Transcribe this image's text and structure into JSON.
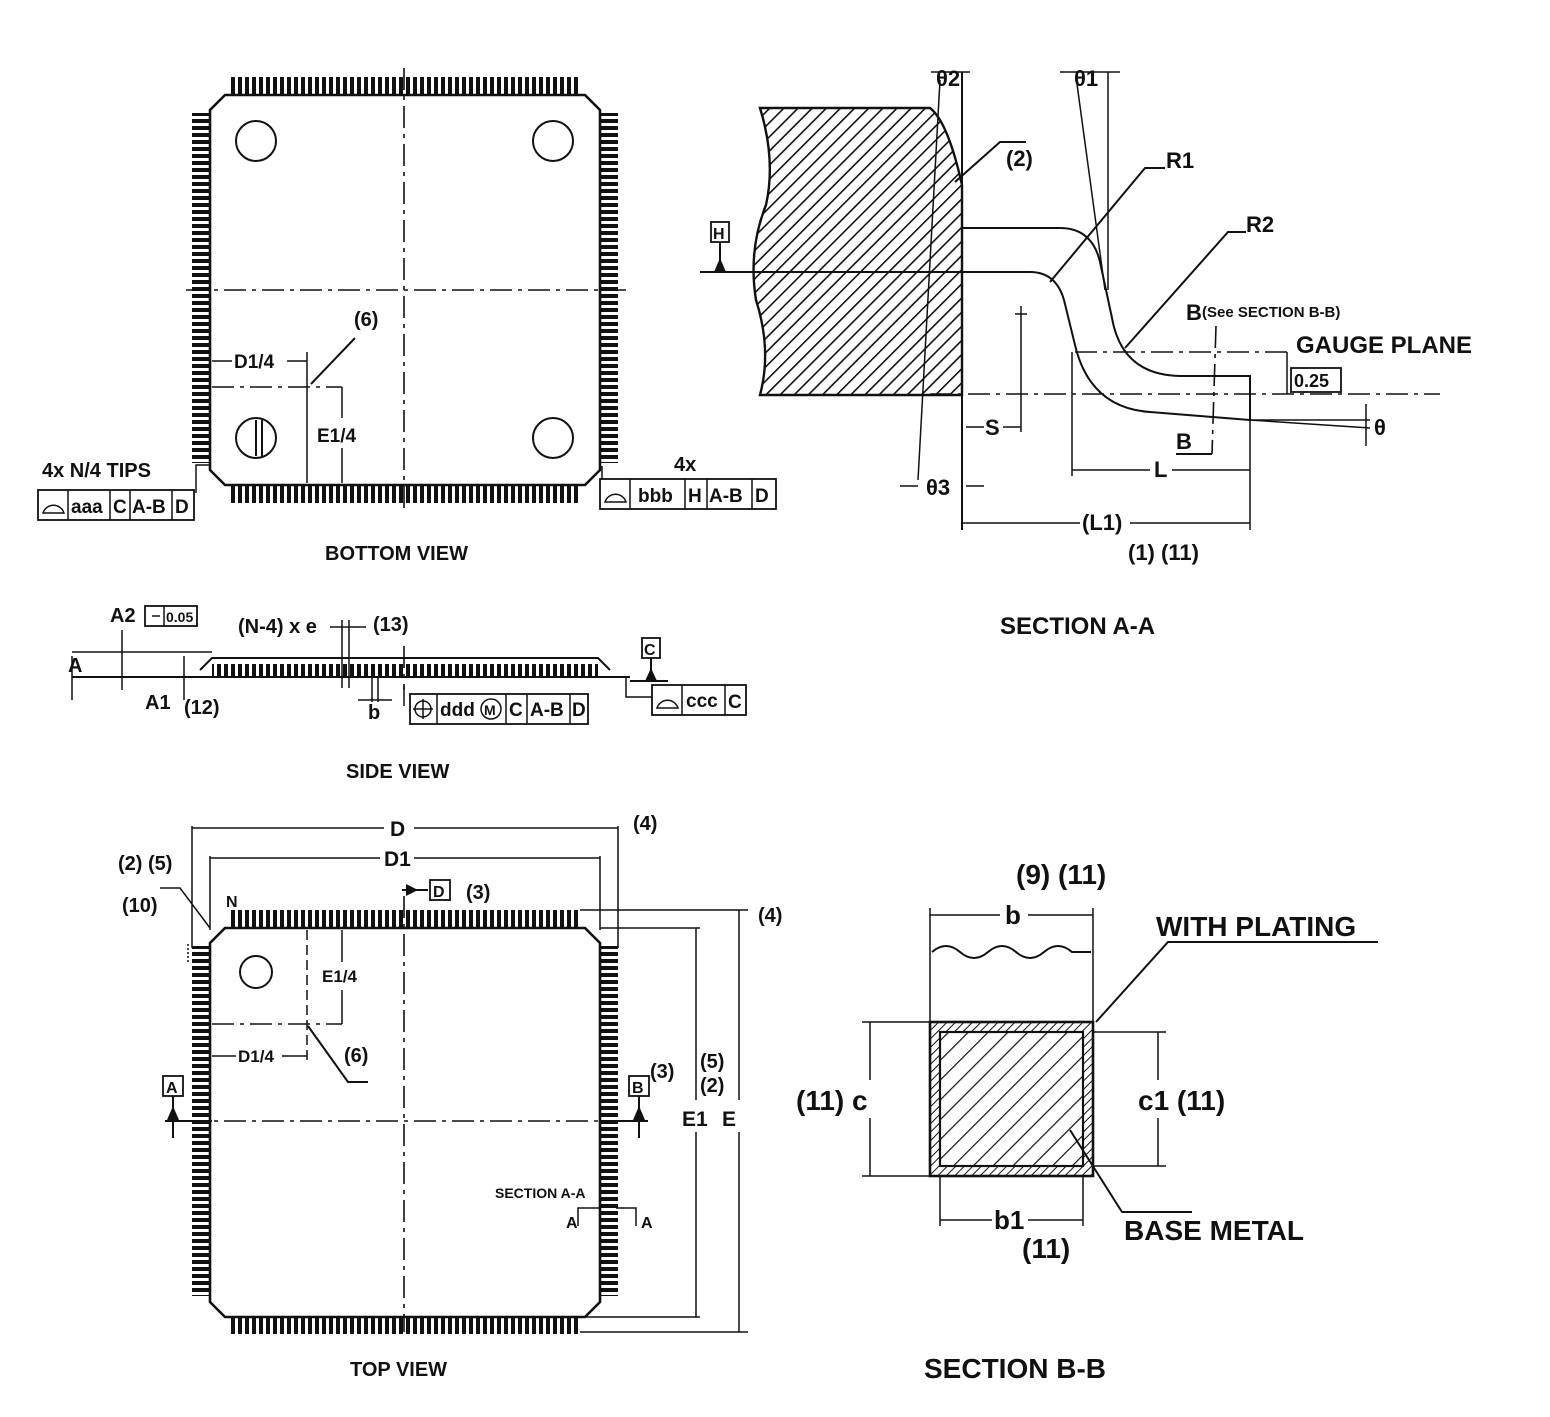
{
  "views": {
    "bottom": {
      "title": "BOTTOM VIEW",
      "note6": "(6)",
      "d1_4": "D1/4",
      "e1_4": "E1/4",
      "tips_label": "4x N/4 TIPS",
      "fcf_left": [
        "aaa",
        "C",
        "A-B",
        "D"
      ],
      "fcf_right_count": "4x",
      "fcf_right": [
        "bbb",
        "H",
        "A-B",
        "D"
      ]
    },
    "side": {
      "title": "SIDE VIEW",
      "a2": "A2",
      "a2_flat": "0.05",
      "pitch": "(N-4) x e",
      "note13": "(13)",
      "a": "A",
      "a1": "A1",
      "note12": "(12)",
      "b": "b",
      "fcf_ddd": [
        "ddd",
        "M",
        "C",
        "A-B",
        "D"
      ],
      "datum_c": "C",
      "fcf_ccc": [
        "ccc",
        "C"
      ]
    },
    "top": {
      "title": "TOP VIEW",
      "d": "D",
      "d1": "D1",
      "note4_top": "(4)",
      "note4_right": "(4)",
      "note2_5": "(2) (5)",
      "note10": "(10)",
      "pin_n": "N",
      "datum_d": "D",
      "note3_top": "(3)",
      "e1_4": "E1/4",
      "d1_4": "D1/4",
      "note6": "(6)",
      "datum_a": "A",
      "datum_b": "B",
      "note3_right": "(3)",
      "note5": "(5)",
      "note2": "(2)",
      "e1": "E1",
      "e": "E",
      "section_aa": "SECTION A-A",
      "cut_a_left": "A",
      "cut_a_right": "A"
    },
    "section_aa": {
      "title": "SECTION A-A",
      "theta2": "θ2",
      "theta1": "θ1",
      "theta3": "θ3",
      "theta": "θ",
      "note2": "(2)",
      "r1": "R1",
      "r2": "R2",
      "datum_h": "H",
      "b_ref": "B",
      "b_ref_note": "(See SECTION B-B)",
      "gauge_plane": "GAUGE PLANE",
      "gauge_value": "0.25",
      "s": "S",
      "b_cut": "B",
      "l": "L",
      "l1": "(L1)",
      "notes_l1": "(1) (11)"
    },
    "section_bb": {
      "title": "SECTION B-B",
      "notes_b": "(9) (11)",
      "b": "b",
      "with_plating": "WITH PLATING",
      "c_left": "(11) c",
      "c1_right": "c1 (11)",
      "b1": "b1",
      "notes_b1": "(11)",
      "base_metal": "BASE METAL"
    }
  }
}
